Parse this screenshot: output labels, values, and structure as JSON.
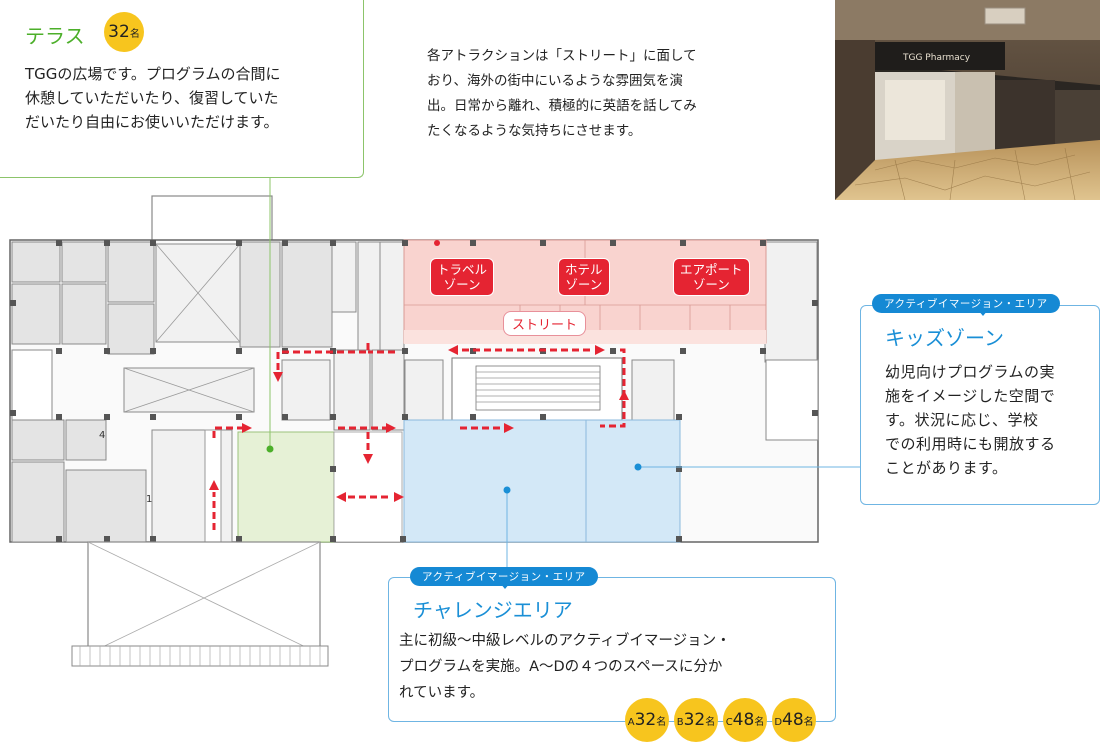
{
  "terrace": {
    "title": "テラス",
    "capacity_num": "32",
    "capacity_unit": "名",
    "description_lines": [
      "TGGの広場です。プログラムの合間に",
      "休憩していただいたり、復習していた",
      "だいたり自由にお使いいただけます。"
    ]
  },
  "intro": {
    "lines": [
      "各アトラクションは「ストリート」に面して",
      "おり、海外の街中にいるような雰囲気を演",
      "出。日常から離れ、積極的に英語を話してみ",
      "たくなるような気持ちにさせます。"
    ]
  },
  "photo": {
    "sign_text": "TGG Pharmacy"
  },
  "zones": {
    "travel": [
      "トラベル",
      "ゾーン"
    ],
    "hotel": [
      "ホテル",
      "ゾーン"
    ],
    "airport": [
      "エアポート",
      "ゾーン"
    ],
    "street": "ストリート"
  },
  "kids": {
    "tag": "アクティブイマージョン・エリア",
    "title": "キッズゾーン",
    "description_lines": [
      "幼児向けプログラムの実",
      "施をイメージした空間で",
      "す。状況に応じ、学校",
      "での利用時にも開放する",
      "ことがあります。"
    ]
  },
  "challenge": {
    "tag": "アクティブイマージョン・エリア",
    "title": "チャレンジエリア",
    "description_lines": [
      "主に初級～中級レベルのアクティブイマージョン・",
      "プログラムを実施。A～Dの４つのスペースに分か",
      "れています。"
    ],
    "spaces": [
      {
        "letter": "A",
        "num": "32",
        "unit": "名"
      },
      {
        "letter": "B",
        "num": "32",
        "unit": "名"
      },
      {
        "letter": "C",
        "num": "48",
        "unit": "名"
      },
      {
        "letter": "D",
        "num": "48",
        "unit": "名"
      }
    ]
  },
  "plan_numbers": {
    "room4": "4",
    "room1": "1"
  },
  "colors": {
    "street_pink": "#f9d3cf",
    "terrace_green": "#e6f1d6",
    "blue_area": "#d3e8f7",
    "accent_red": "#e52432",
    "capacity_yellow": "#f7c51e",
    "tag_blue": "#1589d4"
  }
}
